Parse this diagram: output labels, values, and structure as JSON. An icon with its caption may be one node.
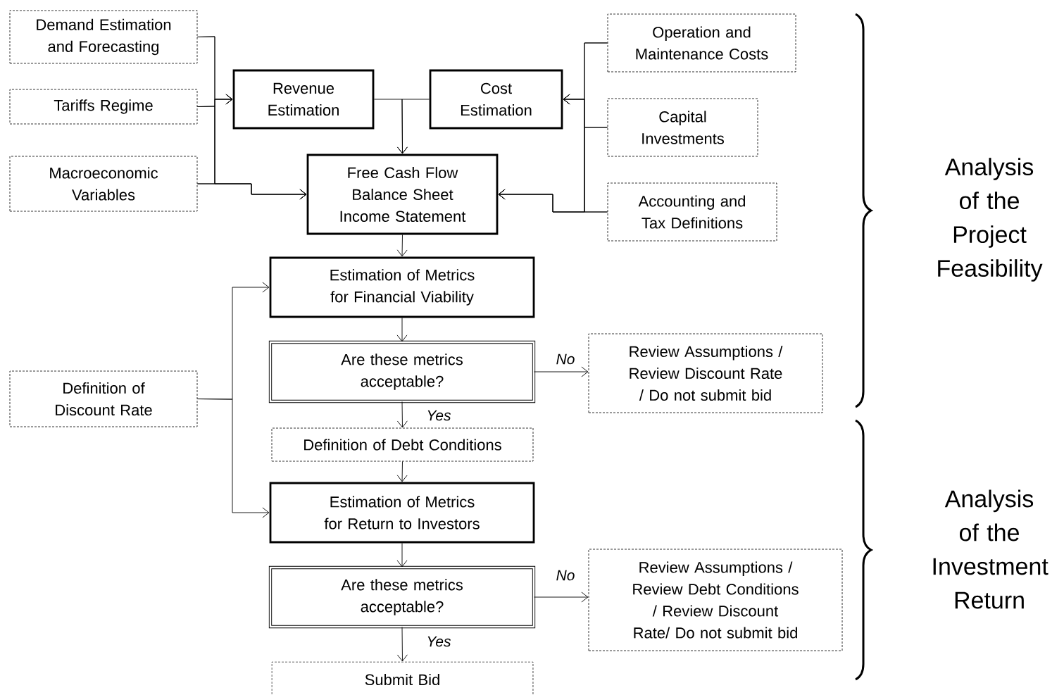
{
  "diagram": {
    "nodes": [
      {
        "text": [
          "Demand Estimation and Forecasting"
        ]
      },
      {
        "text": [
          "Tariffs Regime"
        ]
      },
      {
        "text": [
          "Macroeconomic Variables"
        ]
      },
      {
        "text": [
          "Revenue Estimation"
        ]
      },
      {
        "text": [
          "Cost Estimation"
        ]
      },
      {
        "text": [
          "Operation and Maintenance Costs"
        ]
      },
      {
        "text": [
          "Capital Investments"
        ]
      },
      {
        "text": [
          "Free Cash Flow Balance Sheet Income Statement"
        ]
      },
      {
        "text": [
          "Accounting and Tax Definitions"
        ]
      },
      {
        "text": [
          "Estimation of Metrics for Financial Viability"
        ]
      },
      {
        "text": [
          "Definition of Discount Rate"
        ]
      },
      {
        "text": [
          "Are these metrics acceptable?"
        ]
      },
      {
        "text": [
          "Review Assumptions / Review Discount Rate / Do not submit bid"
        ]
      },
      {
        "text": [
          "Definition of Debt Conditions"
        ]
      },
      {
        "text": [
          "Estimation of Metrics for Return to Investors"
        ]
      },
      {
        "text": [
          "Are these metrics acceptable?"
        ]
      },
      {
        "text": [
          "Review Assumptions / Review Debt Conditions / Review Discount Rate/ Do not submit bid"
        ]
      },
      {
        "text": [
          "Submit Bid"
        ]
      }
    ],
    "edges": [
      {
        "from": 0,
        "to": 3,
        "arrow": "to"
      },
      {
        "from": 1,
        "to": 3,
        "arrow": "to"
      },
      {
        "from": 2,
        "to": 3,
        "arrow": "to"
      },
      {
        "from": 0,
        "to": 7,
        "arrow": "to"
      },
      {
        "from": 1,
        "to": 7,
        "arrow": "to"
      },
      {
        "from": 2,
        "to": 7,
        "arrow": "to"
      },
      {
        "from": 5,
        "to": 4,
        "arrow": "to"
      },
      {
        "from": 6,
        "to": 4,
        "arrow": "to"
      },
      {
        "from": 8,
        "to": 4,
        "arrow": "to"
      },
      {
        "from": 5,
        "to": 7,
        "arrow": "to"
      },
      {
        "from": 6,
        "to": 7,
        "arrow": "to"
      },
      {
        "from": 8,
        "to": 7,
        "arrow": "to"
      },
      {
        "from": 3,
        "to": 7,
        "arrow": "to"
      },
      {
        "from": 4,
        "to": 7,
        "arrow": "to"
      },
      {
        "from": 7,
        "to": 9,
        "arrow": "to"
      },
      {
        "from": 9,
        "to": 11,
        "arrow": "to"
      },
      {
        "from": 11,
        "to": 12,
        "arrow": "to",
        "label": "No"
      },
      {
        "from": 11,
        "to": 13,
        "arrow": "to",
        "label": "Yes"
      },
      {
        "from": 13,
        "to": 14,
        "arrow": "to"
      },
      {
        "from": 14,
        "to": 15,
        "arrow": "to"
      },
      {
        "from": 15,
        "to": 16,
        "arrow": "to",
        "label": "No"
      },
      {
        "from": 15,
        "to": 17,
        "arrow": "to",
        "label": "Yes"
      },
      {
        "from": 10,
        "to": 9,
        "arrow": "to"
      },
      {
        "from": 10,
        "to": 14,
        "arrow": "to"
      }
    ],
    "labels": [
      "Analysis of the Project Feasibility",
      "Analysis of the Investment Return"
    ]
  }
}
